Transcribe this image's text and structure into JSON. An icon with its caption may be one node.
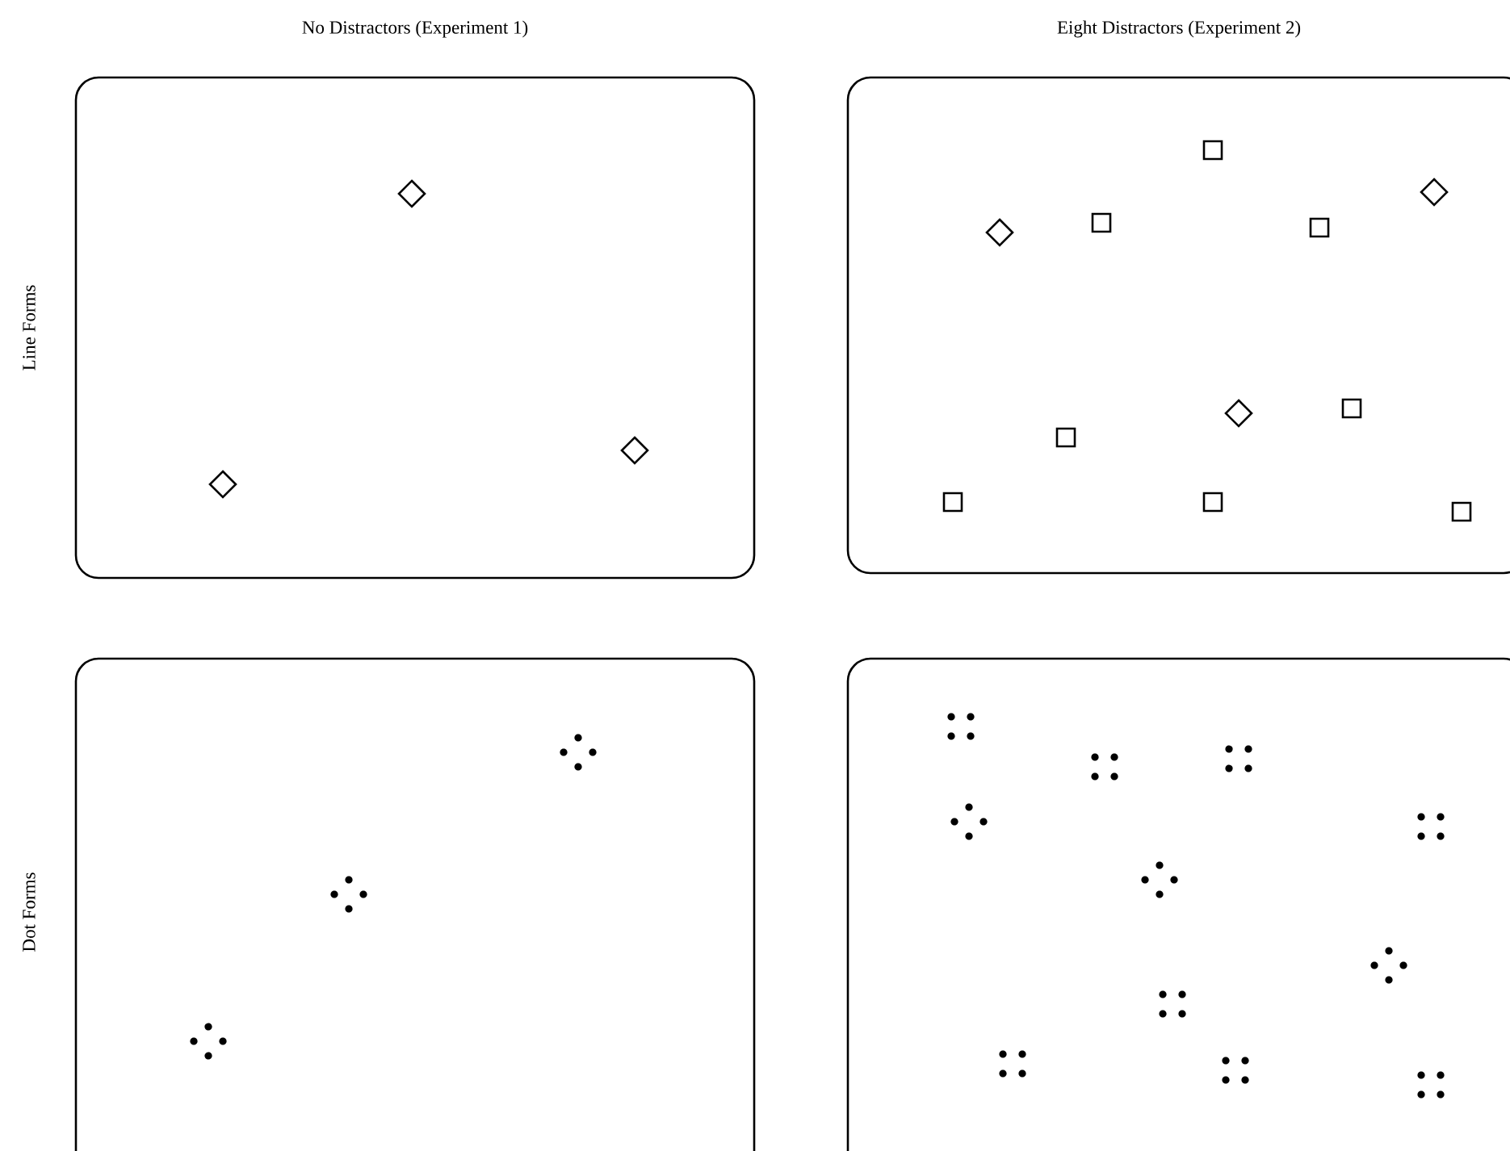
{
  "diagram": {
    "labels": [
      "No Distractors (Experiment 1)",
      "Eight Distractors (Experiment 2)",
      "Line Forms",
      "Dot Forms"
    ]
  }
}
